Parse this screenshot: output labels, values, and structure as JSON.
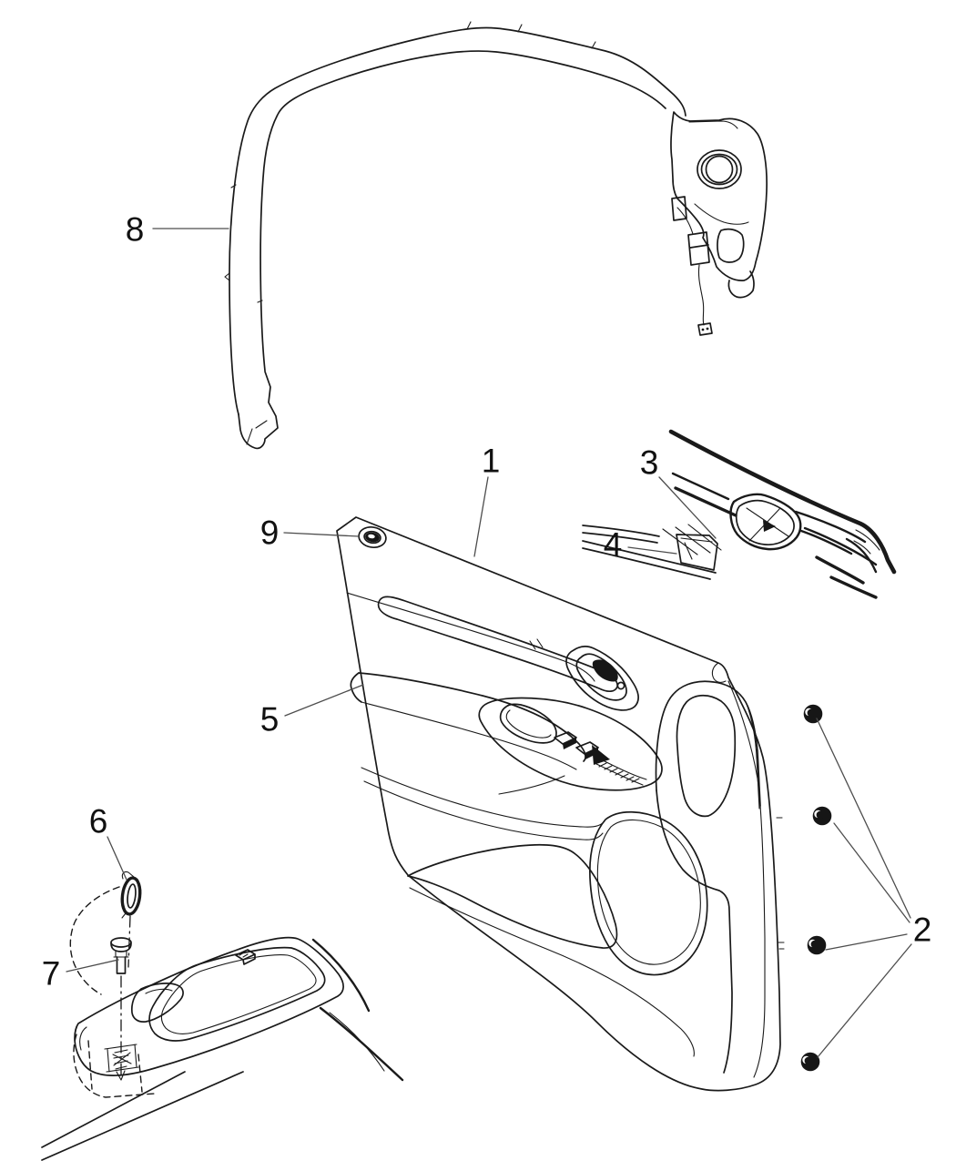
{
  "diagram": {
    "background_color": "#ffffff",
    "ink_color": "#1a1a1a",
    "leader_color": "#4d4d4d",
    "callouts": [
      {
        "label": "1"
      },
      {
        "label": "2"
      },
      {
        "label": "3"
      },
      {
        "label": "4"
      },
      {
        "label": "5"
      },
      {
        "label": "6"
      },
      {
        "label": "7"
      },
      {
        "label": "8"
      },
      {
        "label": "9"
      }
    ]
  }
}
